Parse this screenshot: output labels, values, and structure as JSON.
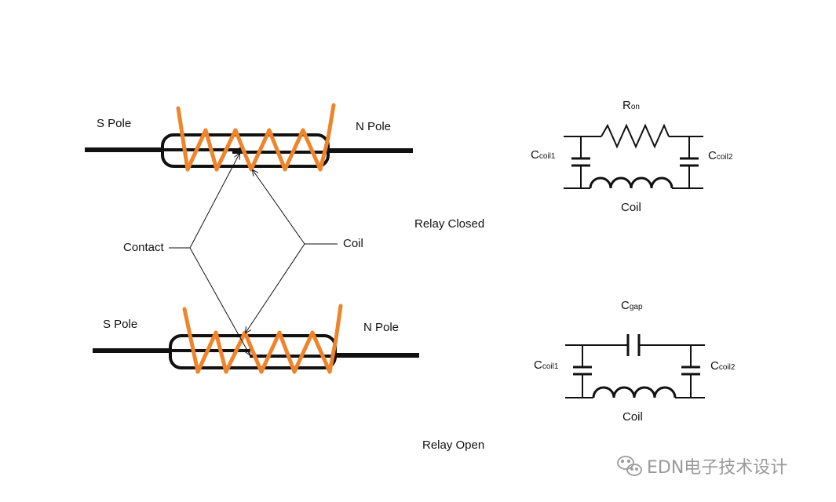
{
  "colors": {
    "coil": "#f0842a",
    "line": "#111111",
    "watermark": "#9a9a9a"
  },
  "closed_relay": {
    "s_pole": "S Pole",
    "n_pole": "N Pole"
  },
  "open_relay": {
    "s_pole": "S Pole",
    "n_pole": "N Pole"
  },
  "callouts": {
    "contact": "Contact",
    "coil": "Coil"
  },
  "states": {
    "closed": "Relay Closed",
    "open": "Relay Open"
  },
  "closed_circuit": {
    "resistor_main": "R",
    "resistor_sub": "on",
    "cap_left_main": "C",
    "cap_left_sub": "coil1",
    "cap_right_main": "C",
    "cap_right_sub": "coil2",
    "inductor": "Coil"
  },
  "open_circuit": {
    "gap_main": "C",
    "gap_sub": "gap",
    "cap_left_main": "C",
    "cap_left_sub": "coil1",
    "cap_right_main": "C",
    "cap_right_sub": "coil2",
    "inductor": "Coil"
  },
  "watermark": {
    "icon": "wechat-icon",
    "text": "EDN电子技术设计"
  }
}
